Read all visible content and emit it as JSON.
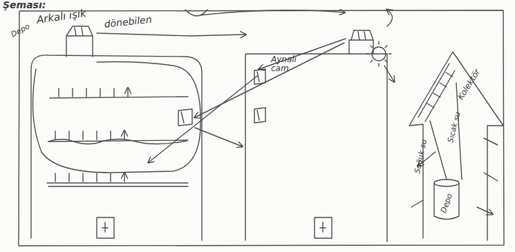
{
  "diagram": {
    "title": "Şeması:",
    "nodes": [
      {
        "text": [
          "Depo"
        ]
      }
    ],
    "labels": [
      "Depo",
      "Arkalı ışık",
      "dönebilen",
      "Aynalı cam",
      "Kolektör",
      "Soğuk su",
      "Sıcak su"
    ]
  }
}
